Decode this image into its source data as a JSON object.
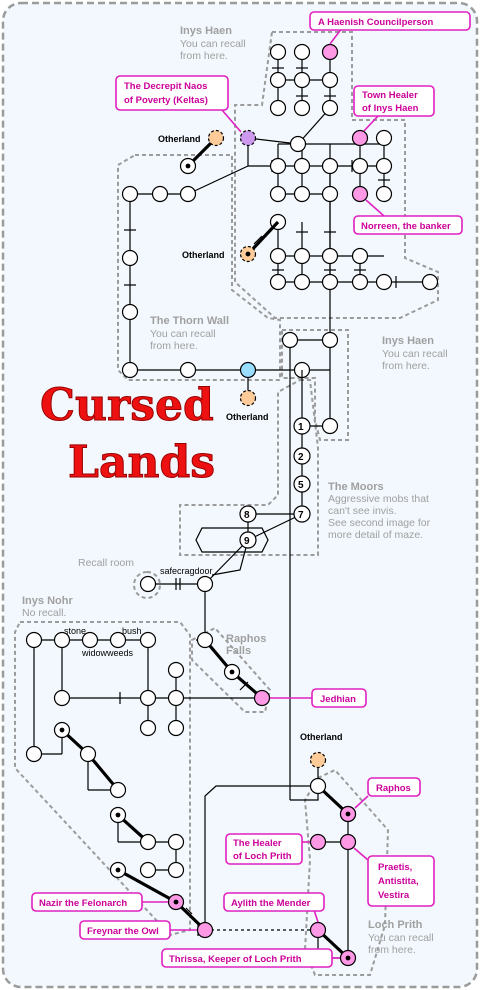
{
  "title": {
    "line1": "Cursed",
    "line2": "Lands"
  },
  "zones": {
    "inys_haen_north": {
      "name": "Inys Haen",
      "note1": "You can recall",
      "note2": "from here."
    },
    "thorn_wall": {
      "name": "The Thorn Wall",
      "note1": "You can recall",
      "note2": "from here."
    },
    "inys_haen_east": {
      "name": "Inys Haen",
      "note1": "You can recall",
      "note2": "from here."
    },
    "moors": {
      "name": "The Moors",
      "note1": "Aggressive mobs that",
      "note2": "can't see invis.",
      "note3": "See second image for",
      "note4": "more detail of maze."
    },
    "recall_room": {
      "name": "Recall room"
    },
    "inys_nohr": {
      "name": "Inys Nohr",
      "note1": "No recall."
    },
    "raphos_falls": {
      "name": "Raphos",
      "name2": "Falls"
    },
    "loch_prith": {
      "name": "Loch Prith",
      "note1": "You can recall",
      "note2": "from here."
    }
  },
  "labels": {
    "otherland": "Otherland",
    "safecragdoor": "safecragdoor",
    "stone": "stone",
    "bush": "bush",
    "widowweeds": "widowweeds"
  },
  "moor_numbers": [
    "1",
    "2",
    "5",
    "7",
    "8",
    "9"
  ],
  "callouts": {
    "haenish": "A Haenish Councilperson",
    "naos1": "The Decrepit Naos",
    "naos2": "of Poverty (Keltas)",
    "healer_haen1": "Town Healer",
    "healer_haen2": "of Inys Haen",
    "norreen": "Norreen, the banker",
    "jedhian": "Jedhian",
    "raphos": "Raphos",
    "healer_loch1": "The Healer",
    "healer_loch2": "of Loch Prith",
    "praetis1": "Praetis,",
    "praetis2": "Antistita,",
    "praetis3": "Vestira",
    "nazir": "Nazir the Felonarch",
    "freynar": "Freynar the Owl",
    "aylith": "Aylith the Mender",
    "thrissa": "Thrissa, Keeper of Loch Prith"
  },
  "colors": {
    "mob": "#ff99e6",
    "naos": "#cc99ee",
    "recall": "#99ddff",
    "otherland": "#ffcc99",
    "callout": "#e020c0",
    "title": "#ee1111"
  }
}
